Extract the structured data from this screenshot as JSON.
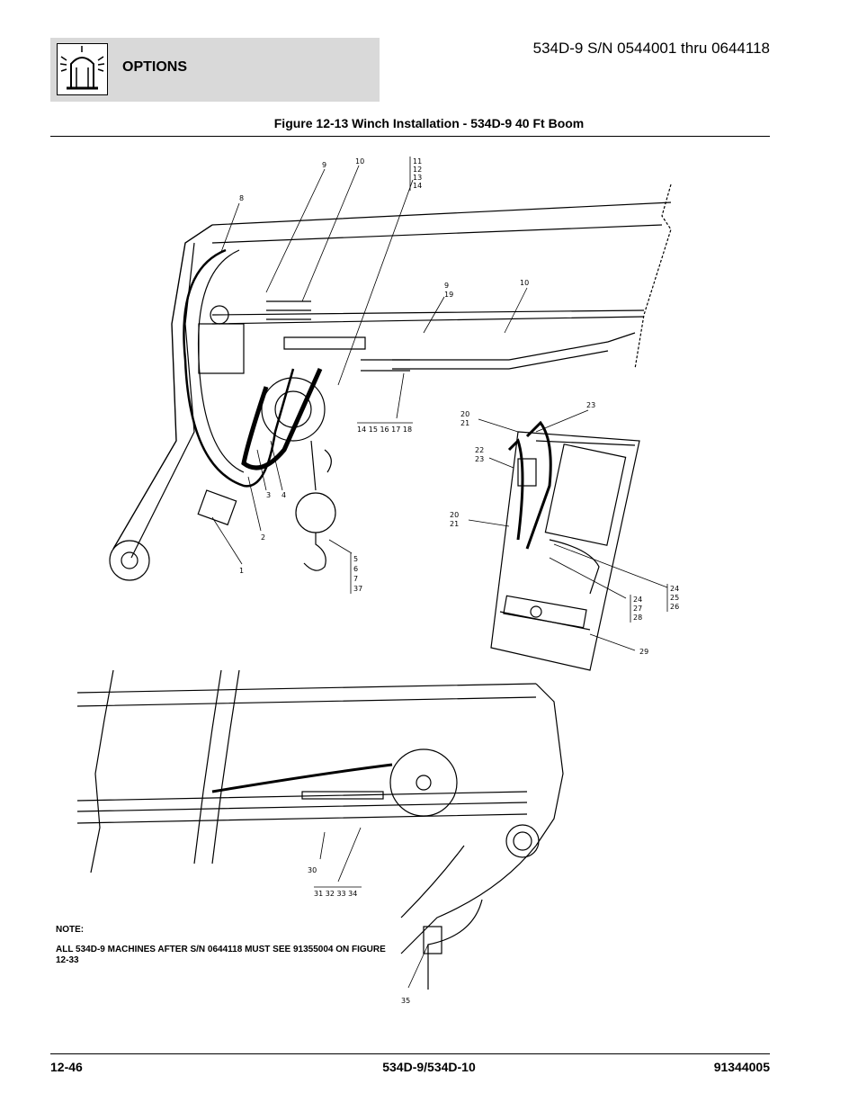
{
  "header": {
    "section": "OPTIONS",
    "model_range": "534D-9 S/N 0544001 thru 0644118",
    "icon": "beacon-light-icon"
  },
  "figure": {
    "title": "Figure 12-13 Winch Installation - 534D-9 40 Ft Boom",
    "callouts": {
      "c1": "1",
      "c2": "2",
      "c3": "3",
      "c4": "4",
      "c5": "5",
      "c6": "6",
      "c7": "7",
      "c37": "37",
      "c8": "8",
      "c9a": "9",
      "c10a": "10",
      "c11": "11",
      "c12": "12",
      "c13": "13",
      "c14": "14",
      "c9b": "9",
      "c19": "19",
      "c10b": "10",
      "c14_18": "14 15 16 17 18",
      "c20a": "20",
      "c21a": "21",
      "c22": "22",
      "c23a": "23",
      "c23b": "23",
      "c20b": "20",
      "c21b": "21",
      "c24a": "24",
      "c25": "25",
      "c26": "26",
      "c24b": "24",
      "c27": "27",
      "c28": "28",
      "c29": "29",
      "c30": "30",
      "c31_34": "31 32 33 34",
      "c35": "35"
    }
  },
  "note": {
    "label": "NOTE:",
    "text": "ALL 534D-9 MACHINES AFTER S/N 0644118 MUST SEE 91355004 ON FIGURE 12-33"
  },
  "footer": {
    "page": "12-46",
    "models": "534D-9/534D-10",
    "doc_number": "91344005"
  }
}
